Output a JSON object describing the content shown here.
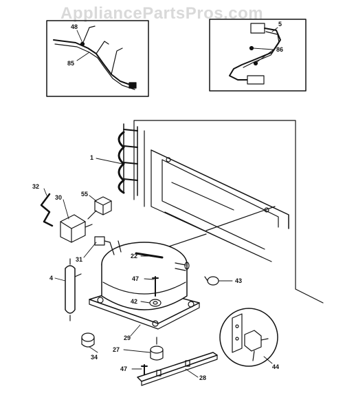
{
  "watermark": "AppliancePartsPros.com",
  "callouts": {
    "c48": "48",
    "c85": "85",
    "c5": "5",
    "c86": "86",
    "c1": "1",
    "c32": "32",
    "c30": "30",
    "c55": "55",
    "c31": "31",
    "c4": "4",
    "c22": "22",
    "c47a": "47",
    "c42": "42",
    "c43": "43",
    "c29": "29",
    "c34": "34",
    "c27": "27",
    "c47b": "47",
    "c28": "28",
    "c44": "44"
  }
}
